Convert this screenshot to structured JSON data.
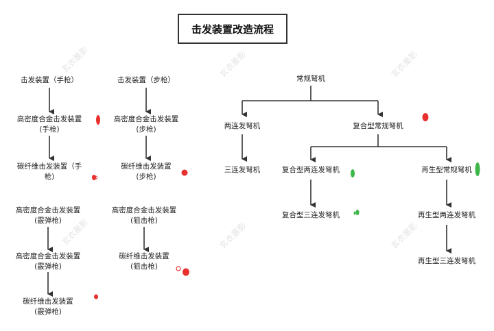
{
  "title": "击发装置改造流程",
  "watermark": "玄衣墨影",
  "nodes": {
    "trigger_pistol": "击发装置（手枪）",
    "hd_pistol_1": "高密度合金击发装置",
    "hd_pistol_2": "(手枪)",
    "cf_pistol_1": "碳纤维击发装置（手",
    "cf_pistol_2": "枪)",
    "trigger_rifle": "击发装置（步枪）",
    "hd_rifle_1": "高密度合金击发装置",
    "hd_rifle_2": "(步枪)",
    "cf_rifle_1": "碳纤维击发装置",
    "cf_rifle_2": "(步枪)",
    "hd_shotgun_a1": "高密度合金击发装置",
    "hd_shotgun_a2": "(霰弹枪)",
    "hd_shotgun_b1": "高密度合金击发装置",
    "hd_shotgun_b2": "(霰弹枪)",
    "cf_shotgun_1": "碳纤维击发装置",
    "cf_shotgun_2": "(霰弹枪)",
    "hd_sniper_1": "高密度合金击发装置",
    "hd_sniper_2": "(狙击枪)",
    "cf_sniper_1": "碳纤维击发装置",
    "cf_sniper_2": "(狙击枪)",
    "regular_crossbow": "常规弩机",
    "double_crossbow": "两连发弩机",
    "triple_crossbow": "三连发弩机",
    "composite_crossbow": "复合型常规弩机",
    "composite_double": "复合型两连发弩机",
    "composite_triple": "复合型三连发弩机",
    "regen_crossbow": "再生型常规弩机",
    "regen_double": "再生型两连发弩机",
    "regen_triple": "再生型三连发弩机"
  },
  "colors": {
    "line": "#333333",
    "red_marker": "#e8302f",
    "green_marker": "#3db64a",
    "watermark": "#e4e4e4"
  }
}
